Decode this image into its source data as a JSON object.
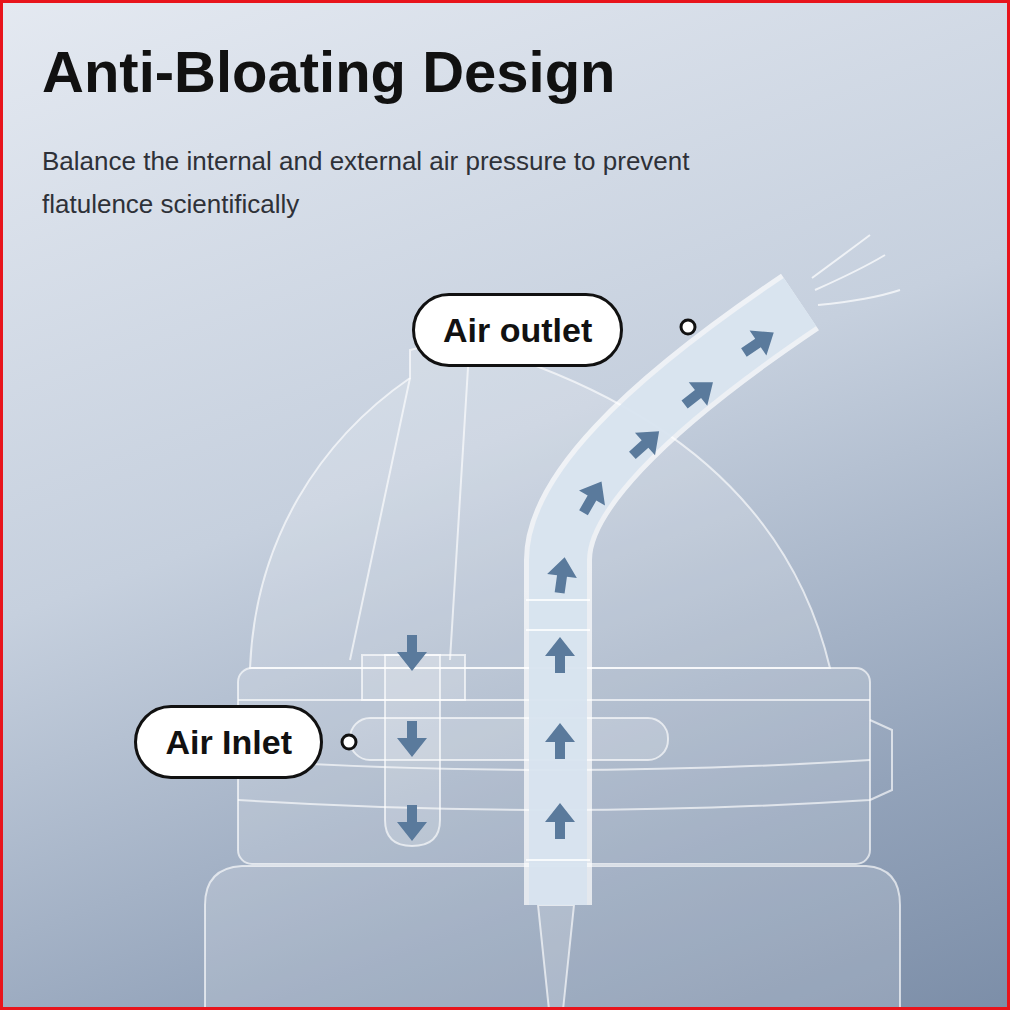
{
  "diagram": {
    "title": "Anti-Bloating Design",
    "caption": "Balance the internal and external air pressure to prevent flatulence scientifically",
    "nodes": [
      {
        "text": [
          "Air outlet"
        ]
      },
      {
        "text": [
          "Air Inlet"
        ]
      }
    ]
  }
}
